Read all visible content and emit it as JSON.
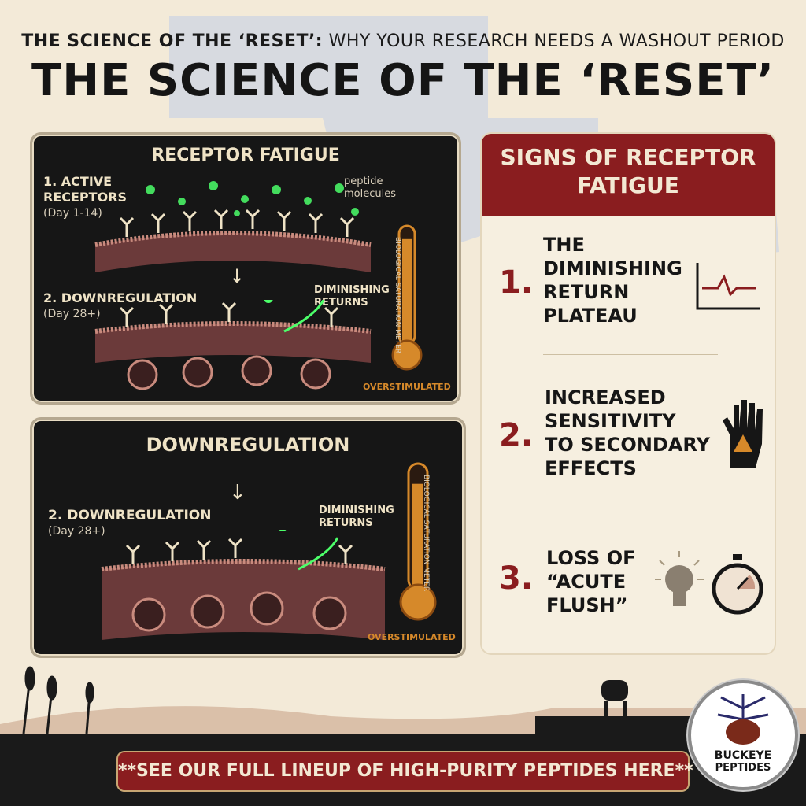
{
  "header": {
    "subtitle_bold": "THE SCIENCE OF THE ‘RESET’:",
    "subtitle_rest": " WHY YOUR RESEARCH NEEDS A WASHOUT PERIOD",
    "title": "THE SCIENCE OF THE ‘RESET’"
  },
  "panel1": {
    "title": "RECEPTOR FATIGUE",
    "step1_label": "1. ACTIVE",
    "step1_label2": "RECEPTORS",
    "step1_day": "(Day 1-14)",
    "molecules_label": "peptide",
    "molecules_label2": "molecules",
    "step2_label": "2. DOWNREGULATION",
    "step2_day": "(Day 28+)",
    "diminishing": "DIMINISHING",
    "returns": "RETURNS",
    "meter_label": "BIOLOGICAL SATURATION METER",
    "therm_caption": "OVERSTIMULATED",
    "meter_fill": 0.9
  },
  "panel2": {
    "title": "DOWNREGULATION",
    "step2_label": "2. DOWNREGULATION",
    "step2_day": "(Day 28+)",
    "diminishing": "DIMINISHING",
    "returns": "RETURNS",
    "meter_label": "BIOLOGICAL SATURATION METER",
    "therm_caption": "OVERSTIMULATED",
    "meter_fill": 0.85
  },
  "signs": {
    "title_line1": "SIGNS OF RECEPTOR",
    "title_line2": "FATIGUE",
    "items": [
      {
        "num": "1.",
        "lines": [
          "THE",
          "DIMINISHING",
          "RETURN",
          "PLATEAU"
        ],
        "icon": "plateau-graph-icon"
      },
      {
        "num": "2.",
        "lines": [
          "INCREASED",
          "SENSITIVITY",
          "TO SECONDARY",
          "EFFECTS"
        ],
        "icon": "biohazard-glove-icon"
      },
      {
        "num": "3.",
        "lines": [
          "LOSS OF",
          "“ACUTE",
          "FLUSH”"
        ],
        "icon": "lightbulb-stopwatch-icon"
      }
    ]
  },
  "cta": "**SEE OUR FULL LINEUP OF HIGH-PURITY PEPTIDES HERE**",
  "logo": {
    "line1": "BUCKEYE",
    "line2": "PEPTIDES"
  },
  "colors": {
    "accent": "#8a1d1f",
    "background": "#f3ead8",
    "panel": "#161616",
    "glow": "#4cff6a",
    "meter": "#d6892a"
  }
}
